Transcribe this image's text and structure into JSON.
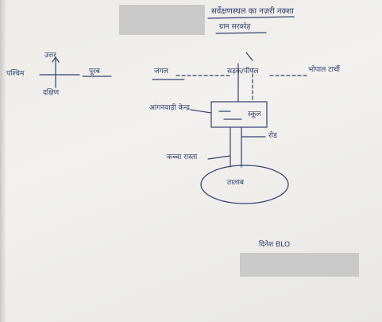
{
  "title": {
    "line1": "सर्वेक्षणस्थल का नज़री नक्शा",
    "line2": "ग्राम सरकोह"
  },
  "compass": {
    "north": "उत्तर",
    "west": "पश्चिम",
    "east": "पूरब",
    "south": "दक्षिण"
  },
  "map_labels": {
    "left_place": "जंगल",
    "road_center": "सड़क/पीपल",
    "right_place": "भोपाल टार्ची",
    "building_label": "आंगनवाड़ी केन्द्र",
    "inner_label": "स्कूल",
    "side_label": "रोड",
    "path_label": "कच्चा रास्ता",
    "pond": "तालाब"
  },
  "signature": {
    "text": "दिनेश BLO"
  }
}
